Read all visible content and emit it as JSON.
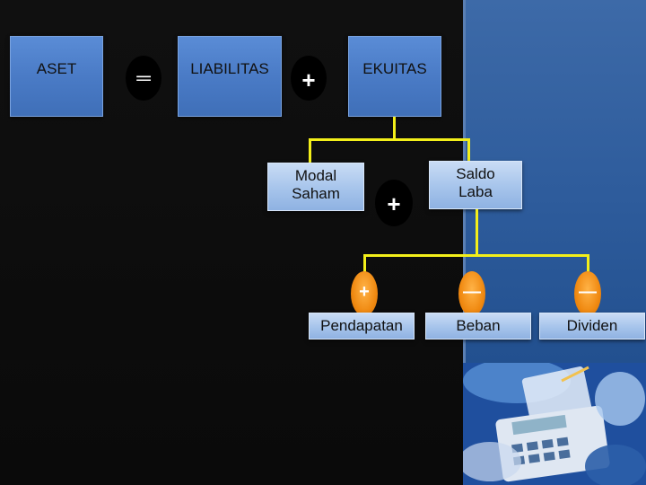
{
  "equation": {
    "aset": "ASET",
    "equals": "═",
    "liabilitas": "LIABILITAS",
    "plus1": "+",
    "ekuitas": "EKUITAS"
  },
  "ekuitas_breakdown": {
    "modal_saham_line1": "Modal",
    "modal_saham_line2": "Saham",
    "plus2": "+",
    "saldo_laba_line1": "Saldo",
    "saldo_laba_line2": "Laba"
  },
  "saldo_laba_breakdown": {
    "plus_sign": "+",
    "minus_sign1": "—",
    "minus_sign2": "—",
    "pendapatan": "Pendapatan",
    "beban": "Beban",
    "dividen": "Dividen"
  },
  "colors": {
    "connector": "#f3ef1a",
    "box_blue": "#4a7bc6",
    "box_light": "#a9c6ec",
    "operator_orange": "#f08a12"
  }
}
